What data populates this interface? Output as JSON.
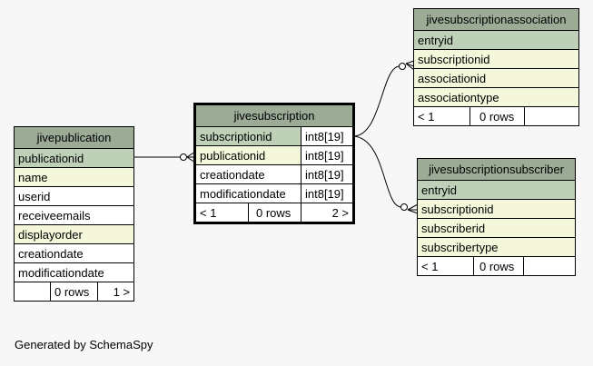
{
  "tables": {
    "jivepublication": {
      "name": "jivepublication",
      "columns": [
        "publicationid",
        "name",
        "userid",
        "receiveemails",
        "displayorder",
        "creationdate",
        "modificationdate"
      ],
      "parents": "",
      "rows": "0 rows",
      "children": "1 >"
    },
    "jivesubscription": {
      "name": "jivesubscription",
      "columns": [
        {
          "name": "subscriptionid",
          "type": "int8[19]"
        },
        {
          "name": "publicationid",
          "type": "int8[19]"
        },
        {
          "name": "creationdate",
          "type": "int8[19]"
        },
        {
          "name": "modificationdate",
          "type": "int8[19]"
        }
      ],
      "parents": "< 1",
      "rows": "0 rows",
      "children": "2 >"
    },
    "jivesubscriptionassociation": {
      "name": "jivesubscriptionassociation",
      "columns": [
        "entryid",
        "subscriptionid",
        "associationid",
        "associationtype"
      ],
      "parents": "< 1",
      "rows": "0 rows",
      "children": ""
    },
    "jivesubscriptionsubscriber": {
      "name": "jivesubscriptionsubscriber",
      "columns": [
        "entryid",
        "subscriptionid",
        "subscriberid",
        "subscribertype"
      ],
      "parents": "< 1",
      "rows": "0 rows",
      "children": ""
    }
  },
  "footer": "Generated by SchemaSpy",
  "colors": {
    "header": "#9bab96",
    "primary_key": "#bed1b8",
    "foreign_key": "#f4f7da",
    "background": "#f7f7f7"
  }
}
